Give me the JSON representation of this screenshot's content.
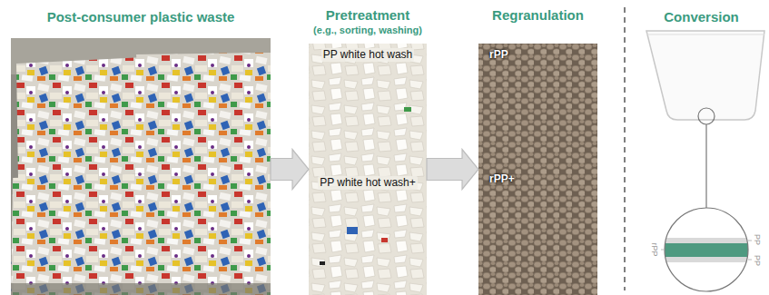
{
  "diagram": {
    "nodes": [
      {
        "text": [
          "Post-consumer plastic waste"
        ]
      },
      {
        "text": [
          "Pretreatment",
          "(e.g., sorting, washing)",
          "PP white hot wash",
          "PP white hot wash+"
        ]
      },
      {
        "text": [
          "Regranulation",
          "rPP",
          "rPP+"
        ]
      },
      {
        "text": [
          "Conversion"
        ]
      }
    ],
    "edges": [
      {
        "from": 0,
        "to": 1,
        "arrow": "to"
      },
      {
        "from": 1,
        "to": 2,
        "arrow": "to"
      }
    ],
    "labels": [
      "rPP",
      "PP",
      "PP"
    ]
  }
}
